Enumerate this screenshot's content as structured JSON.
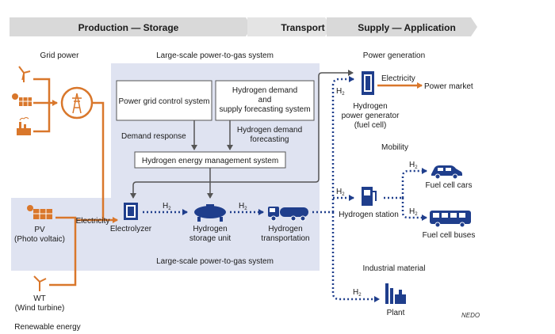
{
  "header": {
    "production_storage": "Production — Storage",
    "transport": "Transport",
    "supply_application": "Supply — Application"
  },
  "production": {
    "grid_power": "Grid power",
    "p2g_title_top": "Large-scale power-to-gas system",
    "p2g_title_bottom": "Large-scale power-to-gas system",
    "pv_label_1": "PV",
    "pv_label_2": "(Photo voltaic)",
    "wt_label_1": "WT",
    "wt_label_2": "(Wind turbine)",
    "renewable_energy": "Renewable energy",
    "electricity": "Electricity"
  },
  "system": {
    "power_grid_control": "Power grid control system",
    "h2_forecast_1": "Hydrogen demand",
    "h2_forecast_2": "and",
    "h2_forecast_3": "supply forecasting system",
    "demand_response": "Demand response",
    "h2_demand_forecasting_1": "Hydrogen demand",
    "h2_demand_forecasting_2": "forecasting",
    "ems": "Hydrogen energy management system"
  },
  "chain": {
    "electrolyzer": "Electrolyzer",
    "storage_1": "Hydrogen",
    "storage_2": "storage unit",
    "transport_1": "Hydrogen",
    "transport_2": "transportation",
    "h2": "H",
    "h2_sub": "2"
  },
  "supply": {
    "power_generation": "Power generation",
    "electricity": "Electricity",
    "power_market": "Power market",
    "generator_1": "Hydrogen",
    "generator_2": "power generator",
    "generator_3": "(fuel cell)",
    "mobility": "Mobility",
    "hydrogen_station": "Hydrogen station",
    "fuel_cell_cars": "Fuel cell cars",
    "fuel_cell_buses": "Fuel cell buses",
    "industrial_material": "Industrial material",
    "plant": "Plant"
  },
  "credit": "NEDO",
  "colors": {
    "electricity": "#d9772b",
    "hydrogen": "#1f3e8c",
    "panel": "#dfe3f1",
    "header_bar": "#d9d9d9",
    "grey_arrow": "#555555"
  }
}
